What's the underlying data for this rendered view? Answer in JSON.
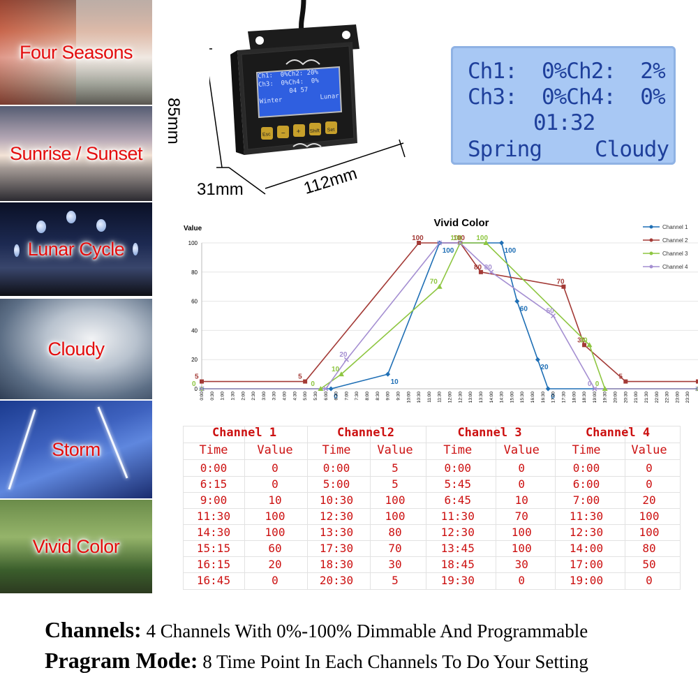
{
  "modes": [
    {
      "label": "Four Seasons"
    },
    {
      "label": "Sunrise / Sunset"
    },
    {
      "label": "Lunar Cycle"
    },
    {
      "label": "Cloudy"
    },
    {
      "label": "Storm"
    },
    {
      "label": "Vivid Color"
    }
  ],
  "device": {
    "height_label": "85mm",
    "depth_label": "31mm",
    "width_label": "112mm",
    "screen": {
      "line1": "Ch1:  0%Ch2: 20%",
      "line2": "Ch3:  0%Ch4:  0%",
      "line3": "04 57",
      "line4_left": "Winter",
      "line4_right": "Lunar"
    },
    "buttons": [
      "Esc",
      "−",
      "+",
      "Shift",
      "Set"
    ]
  },
  "lcd": {
    "line1": "Ch1:  0%Ch2:  2%",
    "line2": "Ch3:  0%Ch4:  0%",
    "time": "01:32",
    "season": "Spring",
    "weather": "Cloudy"
  },
  "chart_data": {
    "type": "line",
    "title": "Vivid Color",
    "ylabel": "Value",
    "xlabel": "",
    "ylim": [
      0,
      100
    ],
    "yticks": [
      0,
      20,
      40,
      60,
      80,
      100
    ],
    "xlim": [
      "0:00",
      "24:00"
    ],
    "xticks": [
      "0:00",
      "0:30",
      "1:00",
      "1:30",
      "2:00",
      "2:30",
      "3:00",
      "3:30",
      "4:00",
      "4:30",
      "5:00",
      "5:30",
      "6:00",
      "6:30",
      "7:00",
      "7:30",
      "8:00",
      "8:30",
      "9:00",
      "9:30",
      "10:00",
      "10:30",
      "11:00",
      "11:30",
      "12:00",
      "12:30",
      "13:00",
      "13:30",
      "14:00",
      "14:30",
      "15:00",
      "15:30",
      "16:00",
      "16:30",
      "17:00",
      "17:30",
      "18:00",
      "18:30",
      "19:00",
      "19:30",
      "20:00",
      "20:30",
      "21:00",
      "21:30",
      "22:00",
      "22:30",
      "23:00",
      "23:30"
    ],
    "legend_position": "top-right",
    "series": [
      {
        "name": "Channel 1",
        "color": "#1f6fb5",
        "marker": "diamond",
        "x": [
          "0:00",
          "6:15",
          "9:00",
          "11:30",
          "14:30",
          "15:15",
          "16:15",
          "16:45",
          "24:00"
        ],
        "y": [
          0,
          0,
          10,
          100,
          100,
          60,
          20,
          0,
          0
        ],
        "labels": [
          null,
          "0",
          "10",
          "100",
          "100",
          "60",
          "20",
          "0",
          null
        ]
      },
      {
        "name": "Channel 2",
        "color": "#a33a36",
        "marker": "square",
        "x": [
          "0:00",
          "5:00",
          "10:30",
          "12:30",
          "13:30",
          "17:30",
          "18:30",
          "20:30",
          "24:00"
        ],
        "y": [
          5,
          5,
          100,
          100,
          80,
          70,
          30,
          5,
          5
        ],
        "labels": [
          "5",
          "5",
          "100",
          "100",
          "80",
          "70",
          "30",
          "5",
          null
        ]
      },
      {
        "name": "Channel 3",
        "color": "#8ec641",
        "marker": "triangle",
        "x": [
          "0:00",
          "5:45",
          "6:45",
          "11:30",
          "12:30",
          "13:45",
          "18:45",
          "19:30",
          "24:00"
        ],
        "y": [
          0,
          0,
          10,
          70,
          100,
          100,
          30,
          0,
          0
        ],
        "labels": [
          "0",
          "0",
          "10",
          "70",
          "100",
          "100",
          "30",
          "0",
          null
        ]
      },
      {
        "name": "Channel 4",
        "color": "#a48ed1",
        "marker": "x",
        "x": [
          "0:00",
          "6:00",
          "7:00",
          "11:30",
          "12:30",
          "14:00",
          "17:00",
          "19:00",
          "24:00"
        ],
        "y": [
          0,
          0,
          20,
          100,
          100,
          80,
          50,
          0,
          0
        ],
        "labels": [
          null,
          null,
          "20",
          null,
          null,
          "80",
          "50",
          "0",
          null
        ]
      }
    ]
  },
  "tables": [
    {
      "title": "Channel 1",
      "col_time": "Time",
      "col_value": "Value",
      "rows": [
        [
          "0:00",
          "0"
        ],
        [
          "6:15",
          "0"
        ],
        [
          "9:00",
          "10"
        ],
        [
          "11:30",
          "100"
        ],
        [
          "14:30",
          "100"
        ],
        [
          "15:15",
          "60"
        ],
        [
          "16:15",
          "20"
        ],
        [
          "16:45",
          "0"
        ]
      ]
    },
    {
      "title": "Channel2",
      "col_time": "Time",
      "col_value": "Value",
      "rows": [
        [
          "0:00",
          "5"
        ],
        [
          "5:00",
          "5"
        ],
        [
          "10:30",
          "100"
        ],
        [
          "12:30",
          "100"
        ],
        [
          "13:30",
          "80"
        ],
        [
          "17:30",
          "70"
        ],
        [
          "18:30",
          "30"
        ],
        [
          "20:30",
          "5"
        ]
      ]
    },
    {
      "title": "Channel 3",
      "col_time": "Time",
      "col_value": "Value",
      "rows": [
        [
          "0:00",
          "0"
        ],
        [
          "5:45",
          "0"
        ],
        [
          "6:45",
          "10"
        ],
        [
          "11:30",
          "70"
        ],
        [
          "12:30",
          "100"
        ],
        [
          "13:45",
          "100"
        ],
        [
          "18:45",
          "30"
        ],
        [
          "19:30",
          "0"
        ]
      ]
    },
    {
      "title": "Channel 4",
      "col_time": "Time",
      "col_value": "Value",
      "rows": [
        [
          "0:00",
          "0"
        ],
        [
          "6:00",
          "0"
        ],
        [
          "7:00",
          "20"
        ],
        [
          "11:30",
          "100"
        ],
        [
          "12:30",
          "100"
        ],
        [
          "14:00",
          "80"
        ],
        [
          "17:00",
          "50"
        ],
        [
          "19:00",
          "0"
        ]
      ]
    }
  ],
  "footer": {
    "line1_bold": "Channels:",
    "line1_rest": " 4 Channels With 0%-100% Dimmable And Programmable",
    "line2_bold": "Pragram Mode:",
    "line2_rest": " 8 Time Point In Each Channels To Do Your Setting"
  }
}
